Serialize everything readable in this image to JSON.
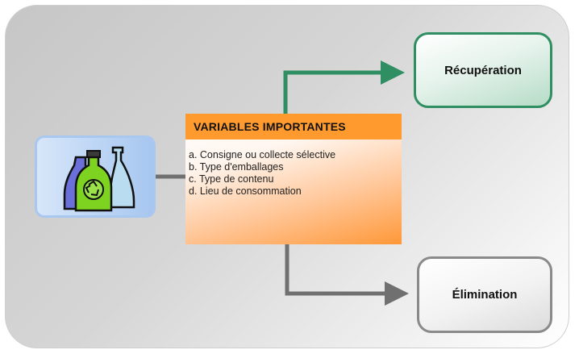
{
  "diagram": {
    "variables": {
      "title": "VARIABLES IMPORTANTES",
      "items": [
        "a. Consigne ou collecte sélective",
        "b. Type d'emballages",
        "c. Type de contenu",
        "d. Lieu de consommation"
      ]
    },
    "outcomes": {
      "recuperation": "Récupération",
      "elimination": "Élimination"
    },
    "product_icon": "bottles-recycle-icon",
    "colors": {
      "variables_header": "#ff9a2e",
      "recuperation_border": "#2f8e62",
      "recuperation_arrow": "#2f8e62",
      "elimination_border": "#8a8a8a",
      "elimination_arrow": "#707070",
      "product_border": "#a9c8ef"
    }
  }
}
